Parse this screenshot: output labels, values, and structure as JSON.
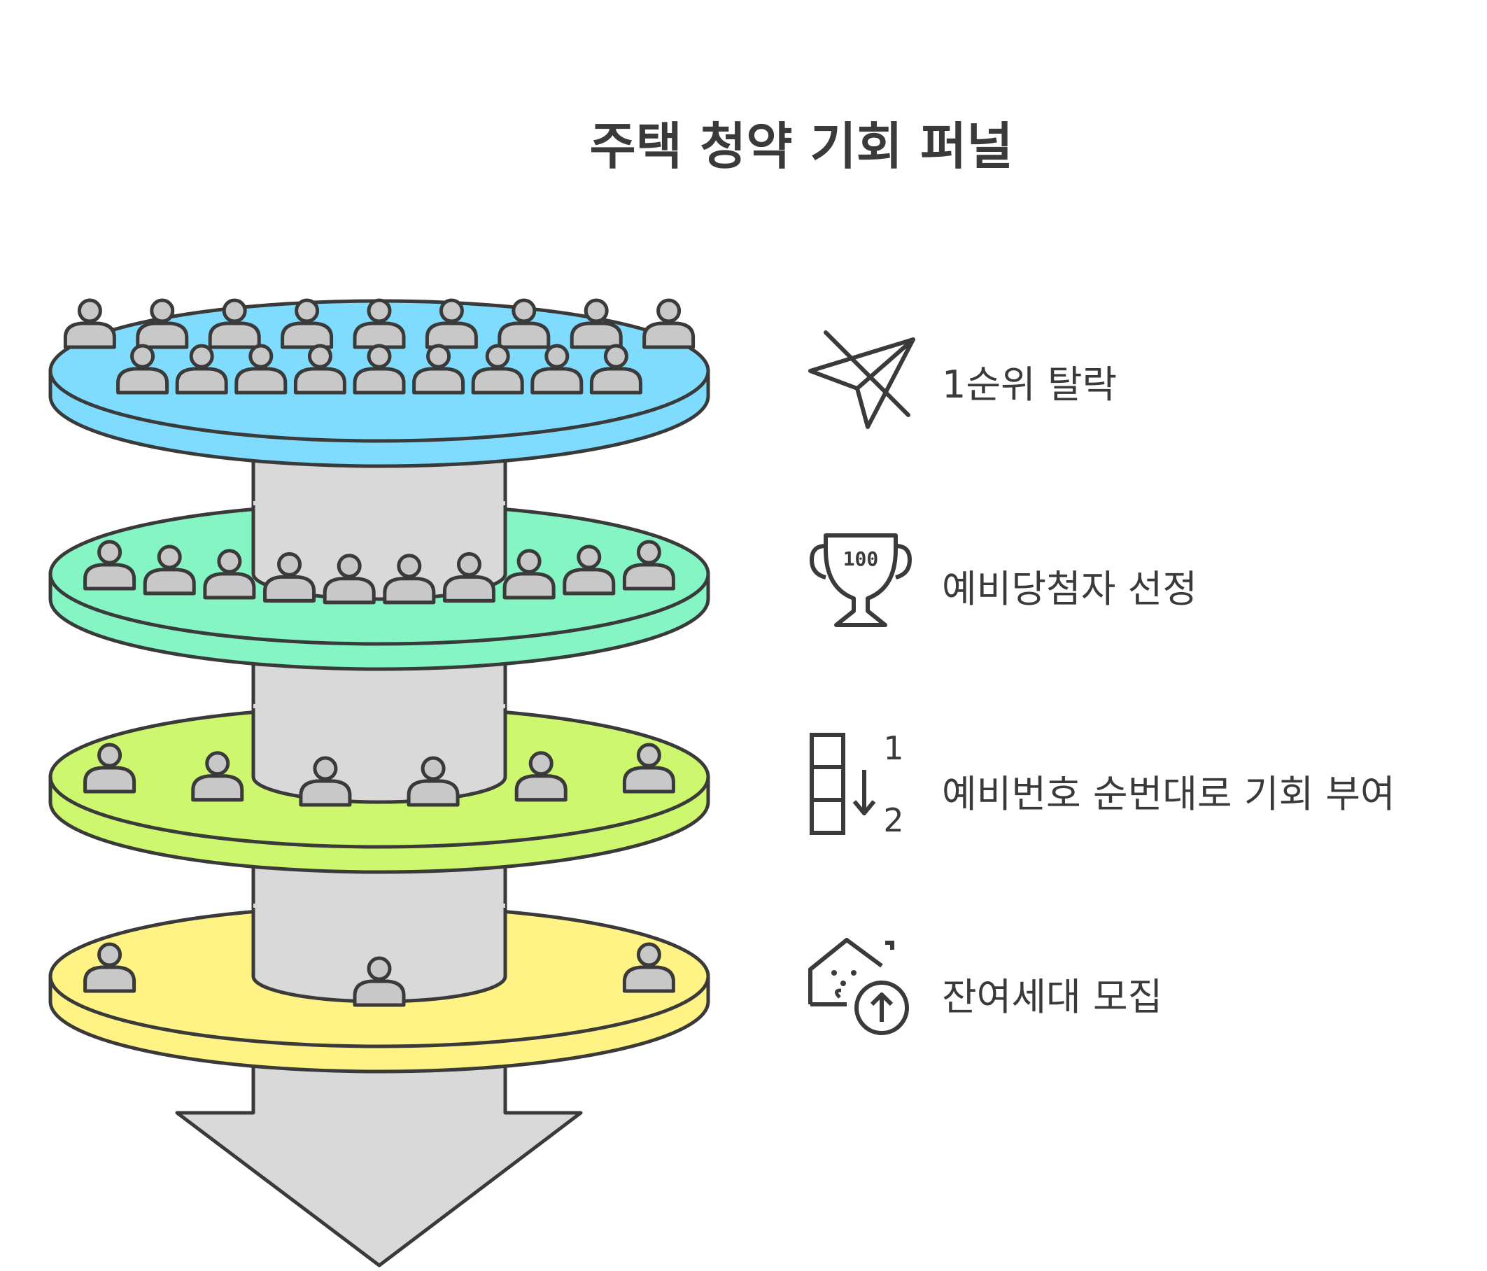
{
  "title": "주택 청약 기회 퍼널",
  "stages": [
    {
      "label": "1순위 탈락",
      "icon": "crossed-out-paper-plane-icon",
      "color": "#7fdcff",
      "people": 18
    },
    {
      "label": "예비당첨자 선정",
      "icon": "trophy-100-icon",
      "color": "#86f5c4",
      "people": 10
    },
    {
      "label": "예비번호 순번대로 기회 부여",
      "icon": "sort-numbers-icon",
      "color": "#cdf76f",
      "people": 6
    },
    {
      "label": "잔여세대 모집",
      "icon": "house-upload-icon",
      "color": "#fff385",
      "people": 3
    }
  ],
  "icon_text": {
    "trophy": "100",
    "sort_top": "1",
    "sort_bottom": "2"
  }
}
